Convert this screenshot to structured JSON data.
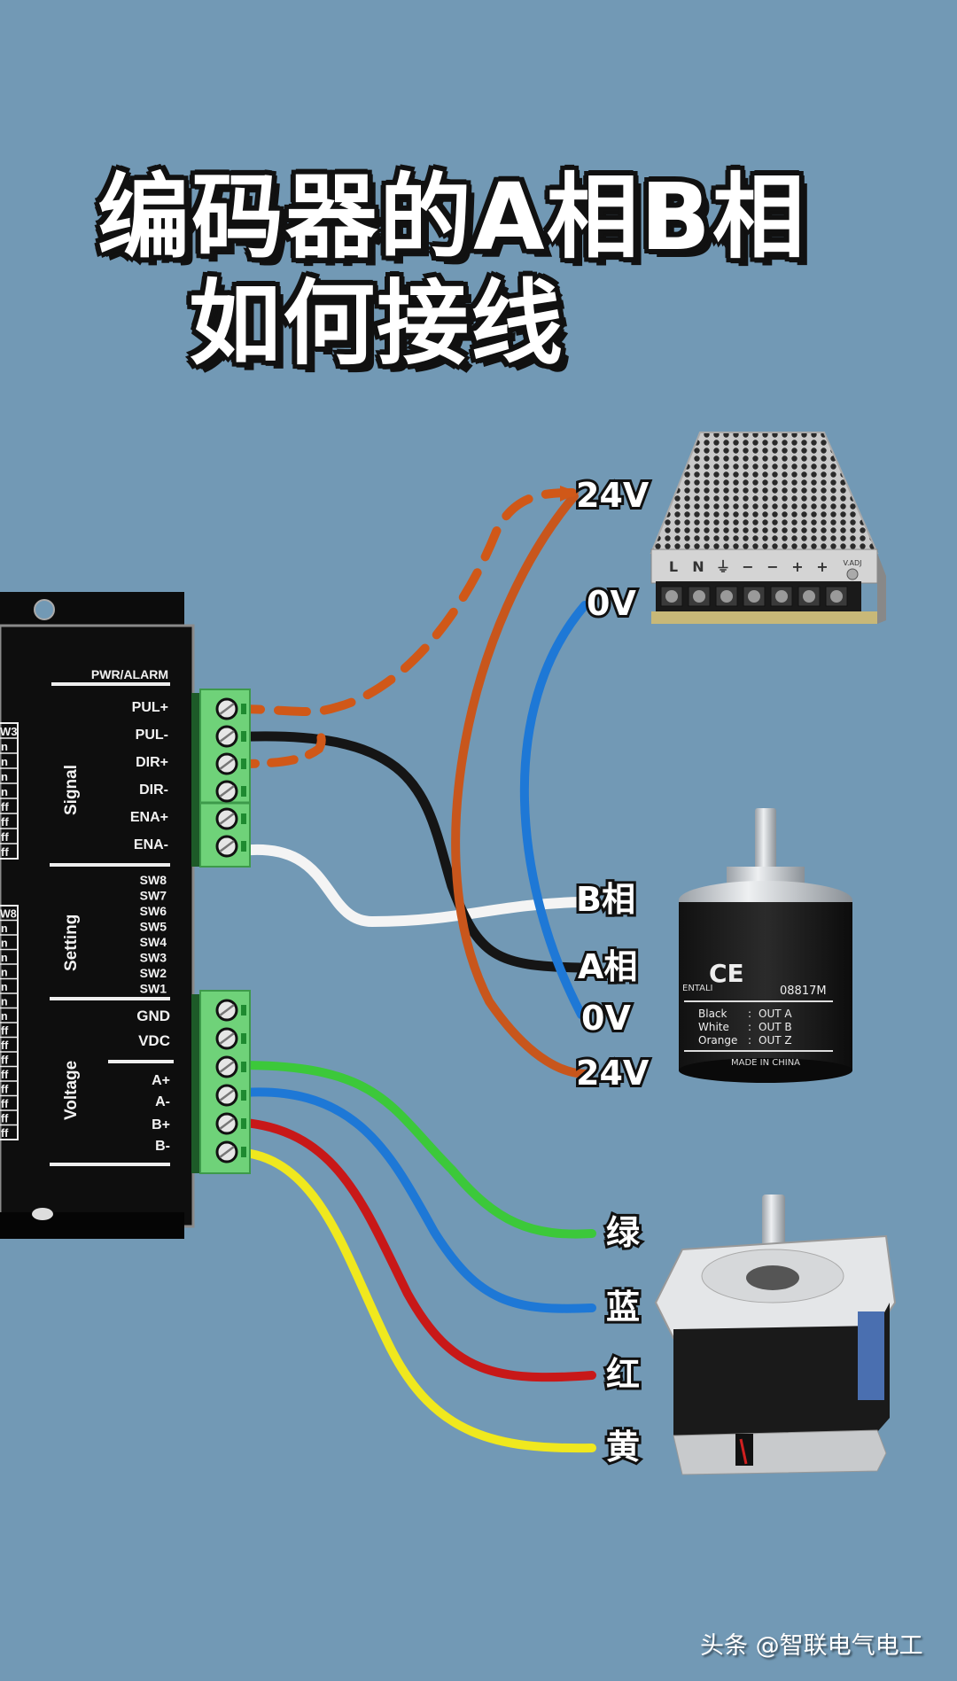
{
  "title": {
    "line1": "编码器的A相B相",
    "line2": "如何接线"
  },
  "driver": {
    "header": "PWR/ALARM",
    "sections": [
      {
        "name": "Signal",
        "terminals": [
          "PUL+",
          "PUL-",
          "DIR+",
          "DIR-",
          "ENA+",
          "ENA-"
        ]
      },
      {
        "name": "Setting",
        "terminals": [
          "SW8",
          "SW7",
          "SW6",
          "SW5",
          "SW4",
          "SW3",
          "SW2",
          "SW1"
        ]
      },
      {
        "name": "Voltage",
        "terminals": [
          "GND",
          "VDC",
          "A+",
          "A-",
          "B+",
          "B-"
        ]
      }
    ],
    "table1_header": "W3",
    "table1_cells": [
      "n",
      "n",
      "n",
      "n",
      "ff",
      "ff",
      "ff",
      "ff"
    ],
    "table2_header": "W8",
    "table2_cells": [
      "n",
      "n",
      "n",
      "n",
      "n",
      "n",
      "n",
      "ff",
      "ff",
      "ff",
      "ff",
      "ff",
      "ff",
      "ff",
      "ff"
    ]
  },
  "power_supply": {
    "terminal_labels": [
      "L",
      "N",
      "⏚",
      "−",
      "−",
      "+",
      "+"
    ],
    "adj_label": "V.ADJ",
    "labels": {
      "v24": "24V",
      "v0": "0V"
    }
  },
  "encoder": {
    "ce_mark": "CE",
    "brand_partial": "ENTALI",
    "model": "08817M",
    "wire_map": [
      {
        "color": "Black",
        "signal": "OUT A"
      },
      {
        "color": "White",
        "signal": "OUT B"
      },
      {
        "color": "Orange",
        "signal": "OUT Z"
      }
    ],
    "origin": "MADE IN CHINA",
    "labels": {
      "b_phase": "B相",
      "a_phase": "A相",
      "v0": "0V",
      "v24": "24V"
    }
  },
  "motor": {
    "labels": {
      "green": "绿",
      "blue": "蓝",
      "red": "红",
      "yellow": "黄"
    }
  },
  "wire_colors": {
    "orange": "#c8561c",
    "black": "#151515",
    "white": "#f4f4f4",
    "blue": "#1e78d6",
    "green": "#3cc83a",
    "red": "#c81818",
    "yellow": "#f0e81e",
    "terminal_green": "#6fd279"
  },
  "watermark": "头条 @智联电气电工"
}
